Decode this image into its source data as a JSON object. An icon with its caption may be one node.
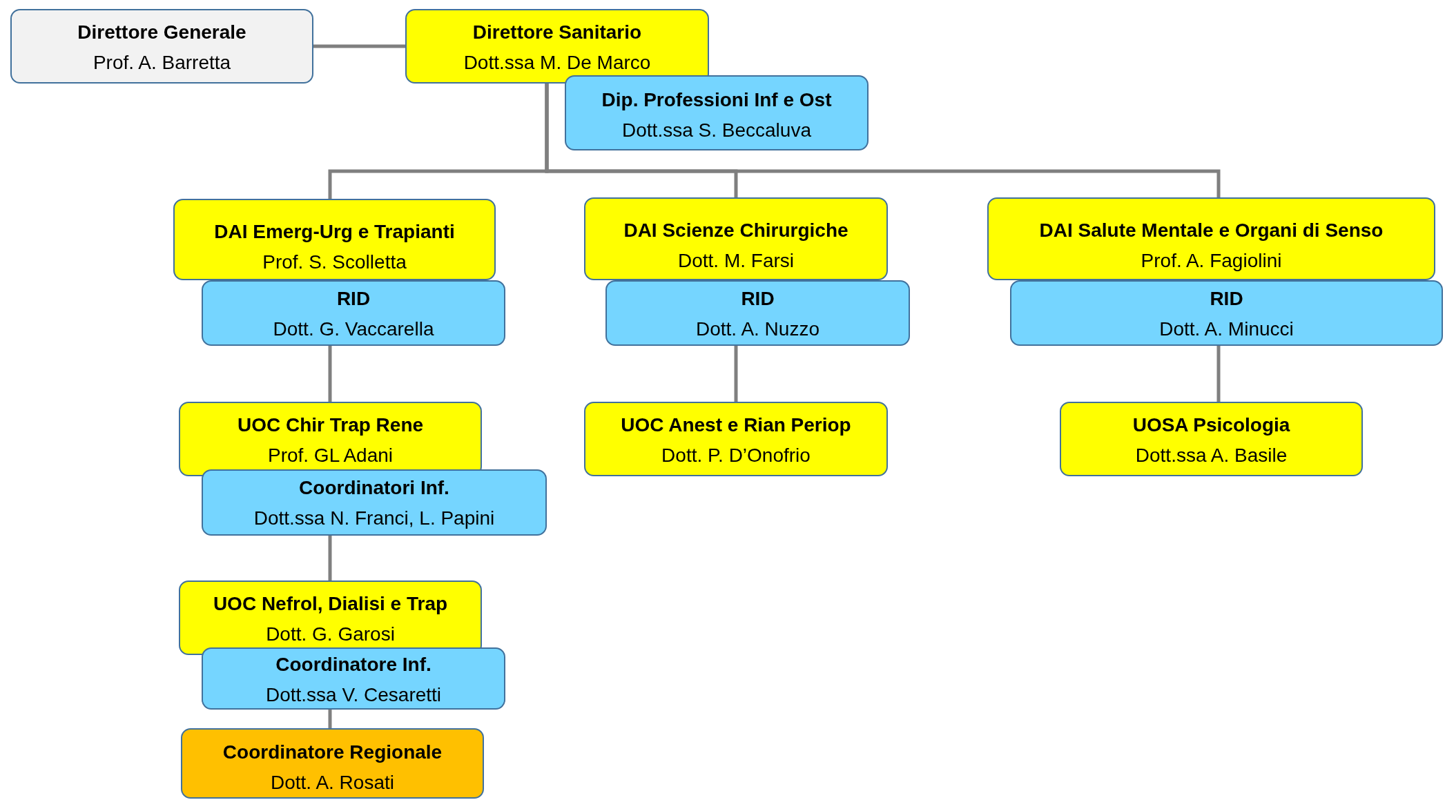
{
  "diagram": {
    "nodes": [
      {
        "text": [
          "Direttore Generale",
          "Prof. A. Barretta"
        ]
      },
      {
        "text": [
          "Direttore Sanitario",
          "Dott.ssa M. De Marco"
        ]
      },
      {
        "text": [
          "Dip. Professioni Inf e Ost",
          "Dott.ssa S. Beccaluva"
        ]
      },
      {
        "text": [
          "DAI Emerg-Urg e Trapianti",
          "Prof. S. Scolletta"
        ]
      },
      {
        "text": [
          "RID",
          "Dott. G. Vaccarella"
        ]
      },
      {
        "text": [
          "DAI Scienze Chirurgiche",
          "Dott. M. Farsi"
        ]
      },
      {
        "text": [
          "RID",
          "Dott. A. Nuzzo"
        ]
      },
      {
        "text": [
          "DAI Salute Mentale e Organi di Senso",
          "Prof. A. Fagiolini"
        ]
      },
      {
        "text": [
          "RID",
          "Dott. A. Minucci"
        ]
      },
      {
        "text": [
          "UOC Chir Trap Rene",
          "Prof. GL Adani"
        ]
      },
      {
        "text": [
          "Coordinatori Inf.",
          "Dott.ssa N. Franci, L. Papini"
        ]
      },
      {
        "text": [
          "UOC Anest e Rian Periop",
          "Dott. P. D’Onofrio"
        ]
      },
      {
        "text": [
          "UOSA Psicologia",
          "Dott.ssa A. Basile"
        ]
      },
      {
        "text": [
          "UOC Nefrol, Dialisi e Trap",
          "Dott. G. Garosi"
        ]
      },
      {
        "text": [
          "Coordinatore Inf.",
          "Dott.ssa V. Cesaretti"
        ]
      },
      {
        "text": [
          "Coordinatore Regionale",
          "Dott. A. Rosati"
        ]
      }
    ],
    "edges": [
      {
        "from": 0,
        "to": 1,
        "arrow": "none"
      },
      {
        "from": 1,
        "to": 3,
        "arrow": "none"
      },
      {
        "from": 1,
        "to": 5,
        "arrow": "none"
      },
      {
        "from": 1,
        "to": 7,
        "arrow": "none"
      },
      {
        "from": 4,
        "to": 9,
        "arrow": "none"
      },
      {
        "from": 6,
        "to": 11,
        "arrow": "none"
      },
      {
        "from": 8,
        "to": 12,
        "arrow": "none"
      },
      {
        "from": 10,
        "to": 13,
        "arrow": "none"
      },
      {
        "from": 14,
        "to": 15,
        "arrow": "none"
      }
    ]
  }
}
